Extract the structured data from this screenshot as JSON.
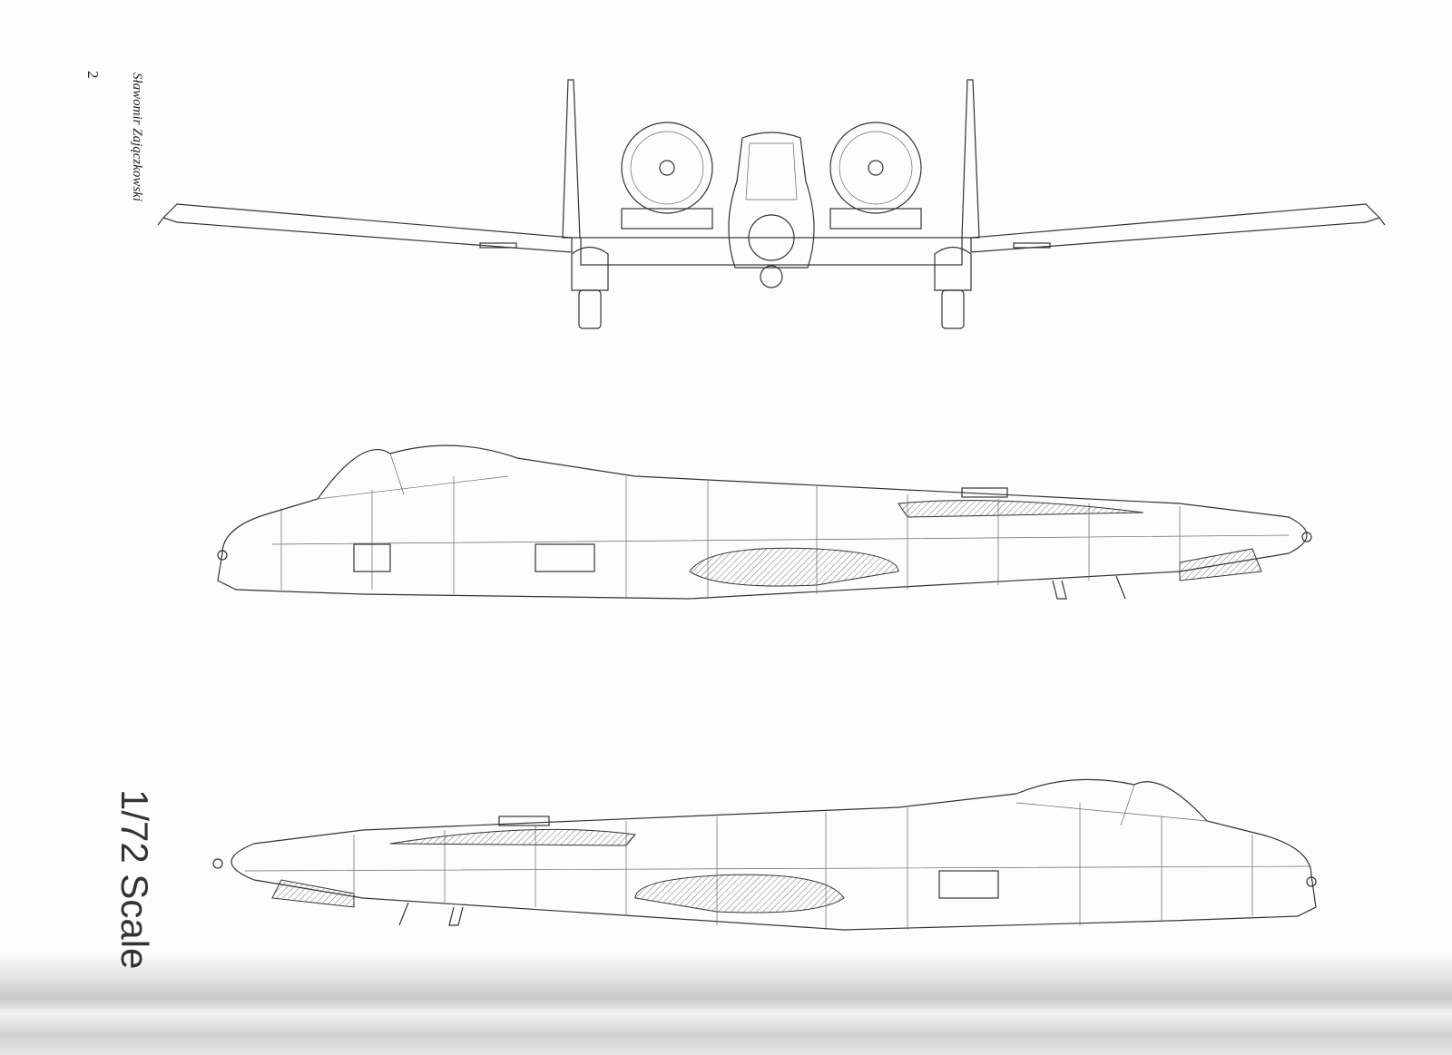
{
  "page_number": "2",
  "author": "Sławomir Zajączkowski",
  "scale_label": "1/72 Scale",
  "drawings": [
    "front-view",
    "left-side-view",
    "right-side-view"
  ]
}
